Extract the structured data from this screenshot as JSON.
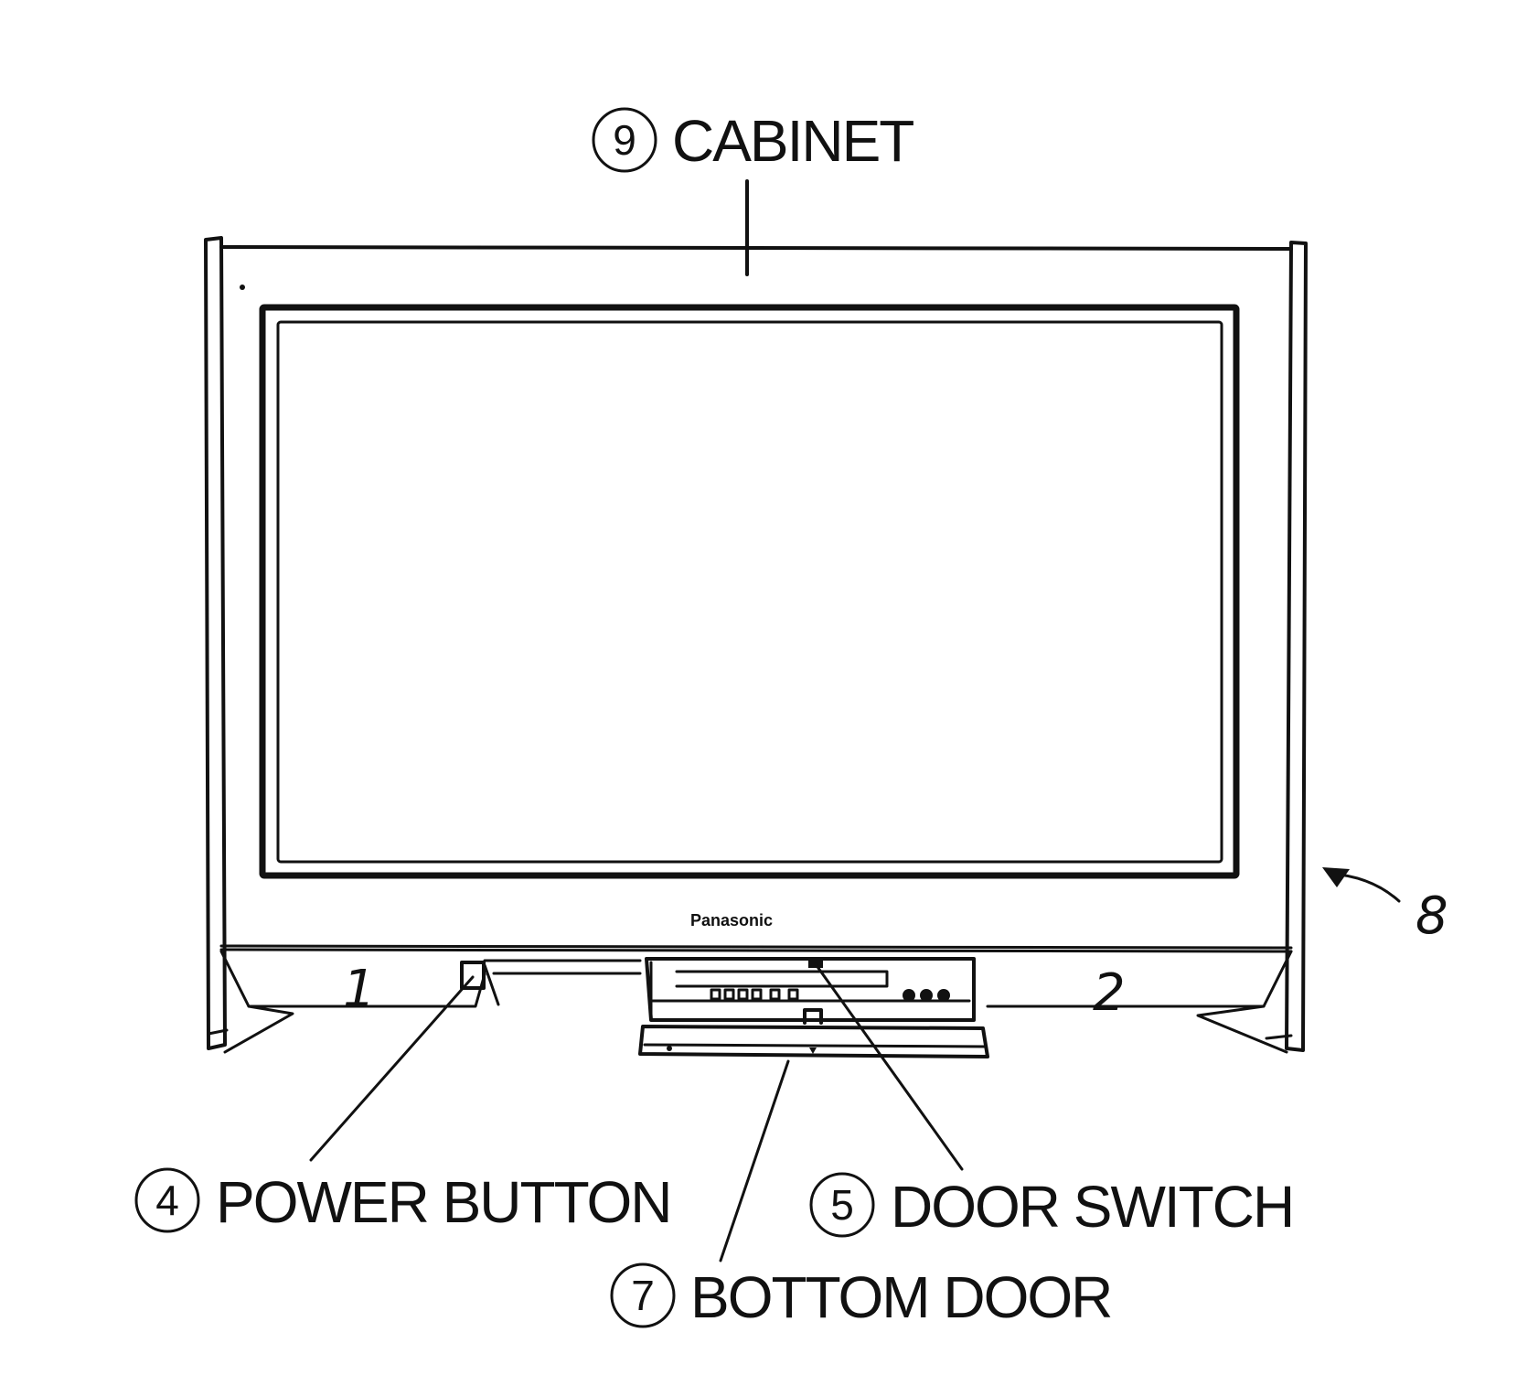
{
  "callouts": {
    "cabinet": {
      "number": "9",
      "label": "CABINET"
    },
    "power_button": {
      "number": "4",
      "label": "POWER BUTTON"
    },
    "door_switch": {
      "number": "5",
      "label": "DOOR SWITCH"
    },
    "bottom_door": {
      "number": "7",
      "label": "BOTTOM DOOR"
    }
  },
  "handwritten": {
    "reference": "8",
    "left_compartment": "1",
    "right_compartment": "2"
  },
  "brand": "Panasonic"
}
